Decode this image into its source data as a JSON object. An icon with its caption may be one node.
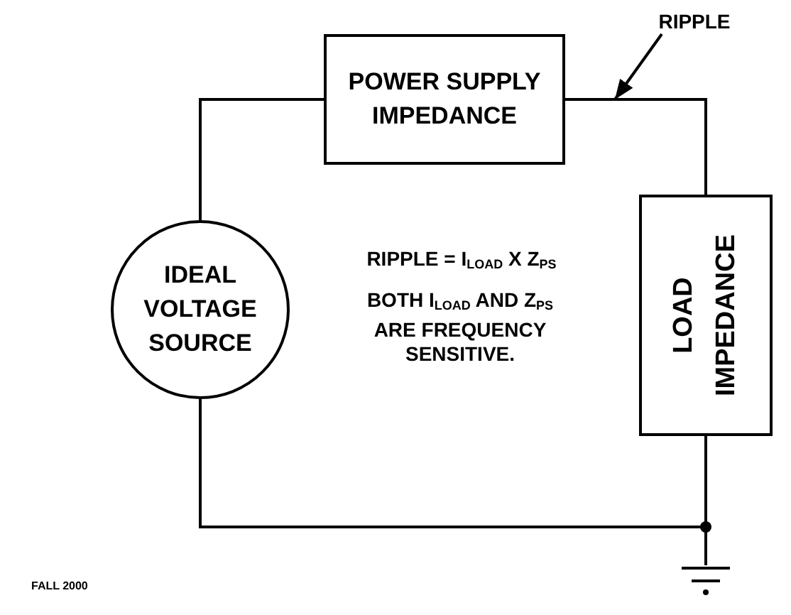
{
  "diagram": {
    "nodes": [
      {
        "text": [
          "POWER SUPPLY IMPEDANCE"
        ]
      },
      {
        "text": [
          "IDEAL VOLTAGE SOURCE"
        ]
      },
      {
        "text": [
          "LOAD IMPEDANCE"
        ]
      },
      {
        "text": [
          "RIPPLE"
        ]
      },
      {
        "text": [],
        "shape": "ground"
      }
    ],
    "edges": [
      {
        "from": 1,
        "to": 0,
        "arrow": "none"
      },
      {
        "from": 0,
        "to": 2,
        "arrow": "none"
      },
      {
        "from": 1,
        "to": 4,
        "arrow": "none"
      },
      {
        "from": 2,
        "to": 4,
        "arrow": "none"
      },
      {
        "from": 3,
        "to": null,
        "arrow": "to"
      }
    ],
    "labels": [
      "RIPPLE = I$_{LOAD}$ X Z$_{PS}$",
      "BOTH I$_{LOAD}$ AND Z$_{PS}$ ARE FREQUENCY SENSITIVE.",
      "FALL 2000"
    ]
  }
}
